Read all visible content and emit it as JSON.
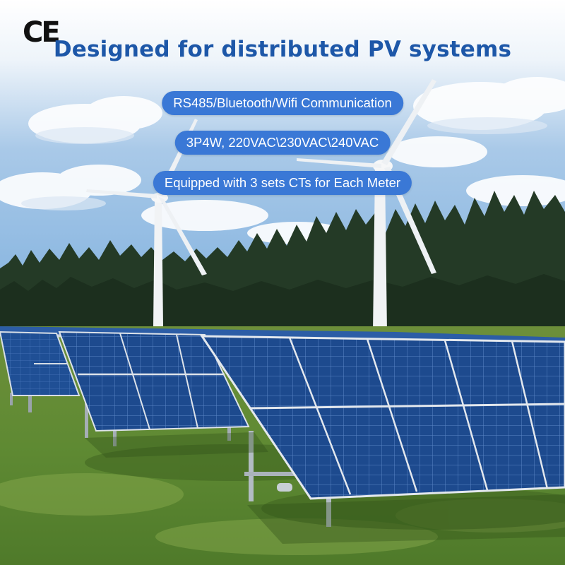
{
  "logo": {
    "text": "CE"
  },
  "headline": "Designed for distributed PV systems",
  "features": [
    "RS485/Bluetooth/Wifi Communication",
    "3P4W, 220VAC\\230VAC\\240VAC",
    "Equipped with 3 sets CTs for Each Meter"
  ],
  "colors": {
    "headline": "#1d57a8",
    "pill_background": "#3a78d6",
    "pill_text": "#ffffff"
  }
}
